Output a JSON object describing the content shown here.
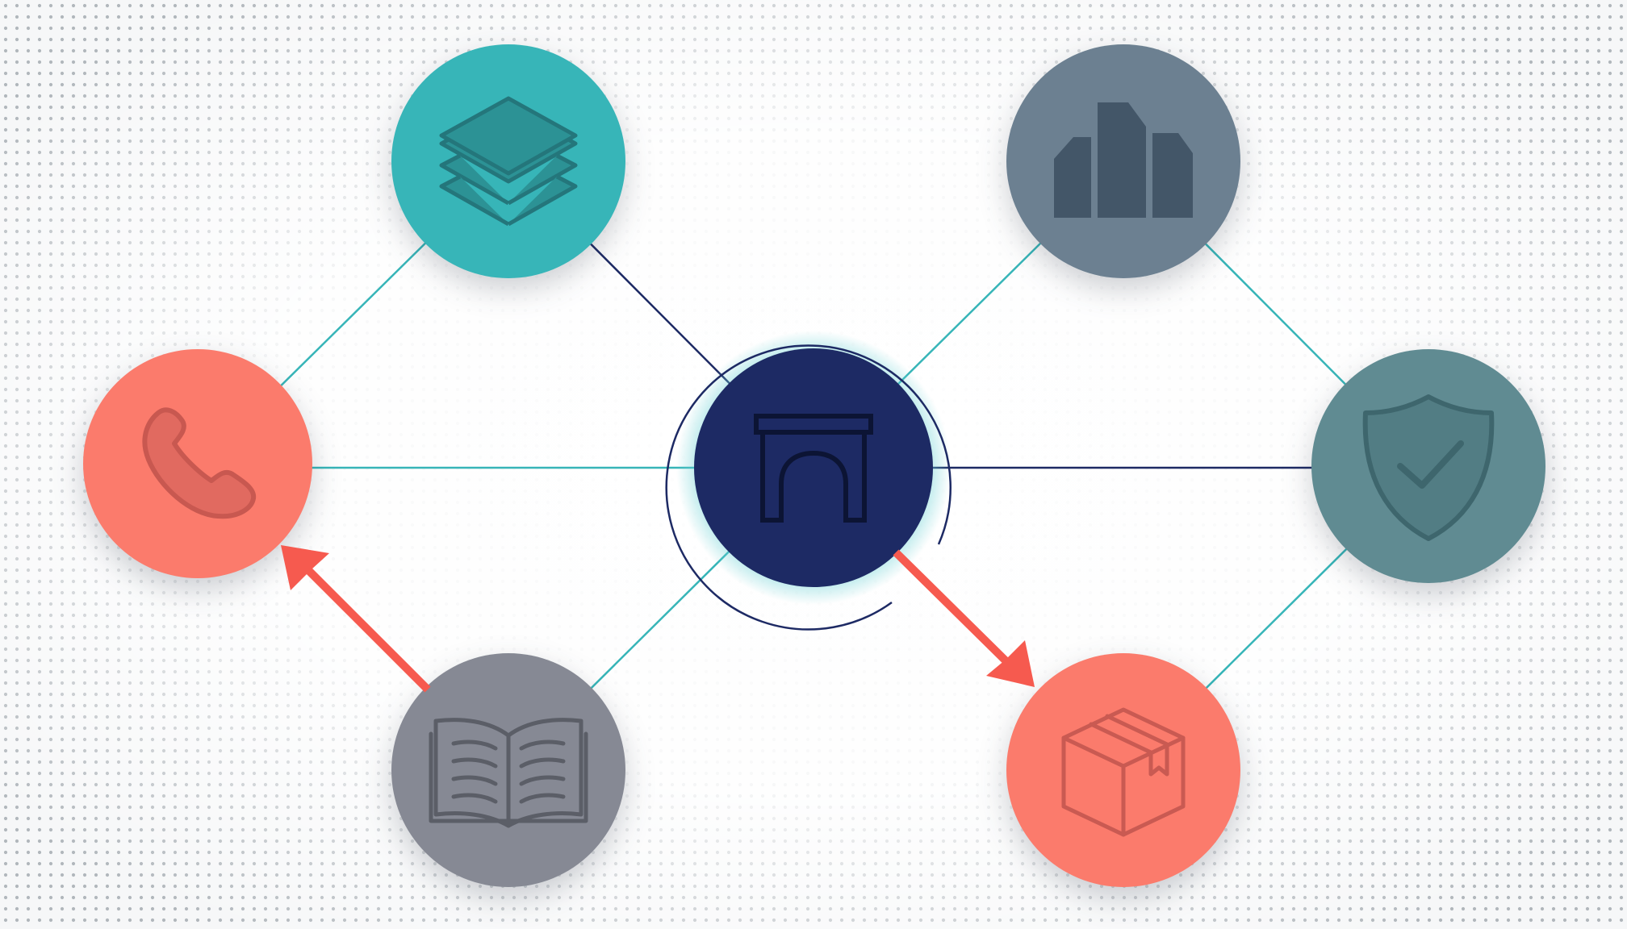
{
  "diagram": {
    "background_color": "#f6f7f8",
    "dot_color": "#9aa1a8",
    "nodes": [
      {
        "id": "hub",
        "icon": "gateway-arch-icon",
        "color": "#1d2a64",
        "role": "center"
      },
      {
        "id": "layers",
        "icon": "layers-stack-icon",
        "color": "#37b5b8"
      },
      {
        "id": "buildings",
        "icon": "buildings-icon",
        "color": "#6c8091"
      },
      {
        "id": "phone",
        "icon": "phone-icon",
        "color": "#fb7b6c"
      },
      {
        "id": "shield",
        "icon": "shield-check-icon",
        "color": "#608b92"
      },
      {
        "id": "book",
        "icon": "open-book-icon",
        "color": "#868994"
      },
      {
        "id": "package",
        "icon": "package-box-icon",
        "color": "#fb7b6c"
      }
    ],
    "connections": [
      {
        "from": "hub",
        "to": "layers",
        "color": "#1d2a64"
      },
      {
        "from": "hub",
        "to": "buildings",
        "color": "#37b5b8"
      },
      {
        "from": "hub",
        "to": "phone",
        "color": "#37b5b8"
      },
      {
        "from": "hub",
        "to": "shield",
        "color": "#1d2a64"
      },
      {
        "from": "hub",
        "to": "book",
        "color": "#37b5b8"
      },
      {
        "from": "layers",
        "to": "phone",
        "color": "#37b5b8"
      },
      {
        "from": "buildings",
        "to": "shield",
        "color": "#37b5b8"
      },
      {
        "from": "shield",
        "to": "package",
        "color": "#37b5b8"
      }
    ],
    "arrows": [
      {
        "from": "hub",
        "to": "package",
        "color": "#f65a4f"
      },
      {
        "from": "book",
        "to": "phone",
        "color": "#f65a4f"
      }
    ]
  }
}
